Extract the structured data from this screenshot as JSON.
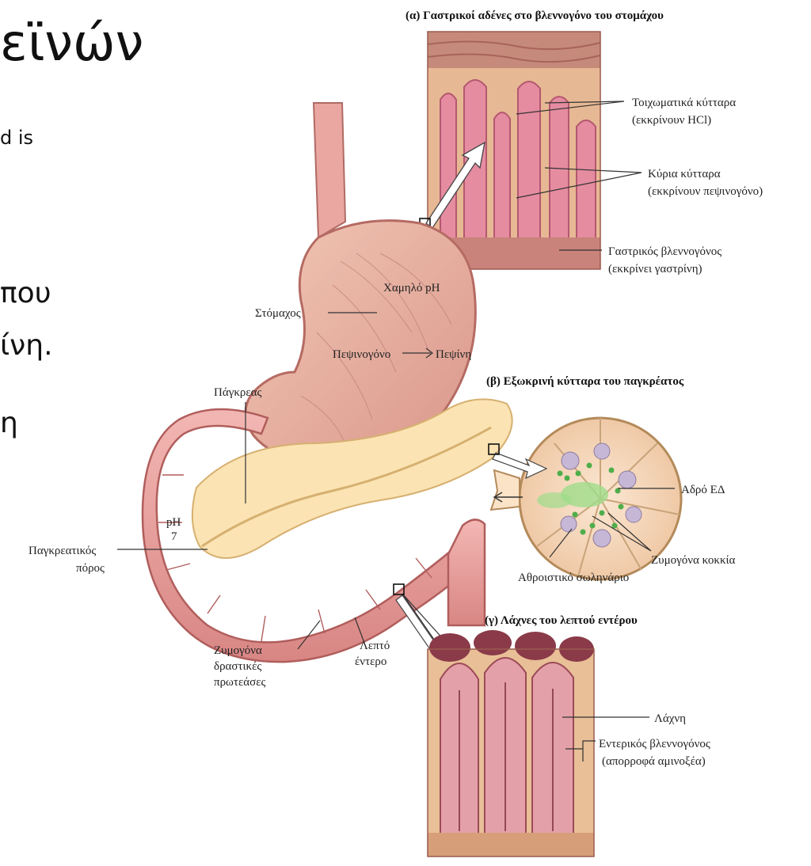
{
  "slide": {
    "title_fragment": "εϊνών",
    "line_1": "d is",
    "line_2": "που",
    "line_3": "ίνη.",
    "line_4": "η"
  },
  "panels": {
    "a_title": "(α) Γαστρικοί αδένες στο βλεννογόνο του στομάχου",
    "b_title": "(β)  Εξωκρινή κύτταρα του παγκρέατος",
    "c_title": "(γ)  Λάχνες του λεπτού εντέρου"
  },
  "labels": {
    "parietal_1": "Τοιχωματικά κύτταρα",
    "parietal_2": "(εκκρίνουν HCl)",
    "chief_1": "Κύρια κύτταρα",
    "chief_2": "(εκκρίνουν πεψινογόνο)",
    "mucosa_1": "Γαστρικός βλεννογόνος",
    "mucosa_2": "(εκκρίνει γαστρίνη)",
    "stomach": "Στόμαχος",
    "low_ph": "Χαμηλό pH",
    "pepsinogen": "Πεψινογόνο",
    "pepsin": "Πεψίνη",
    "pancreas": "Πάγκρεας",
    "ph_1": "pH",
    "ph_2": "7",
    "duct_1": "Παγκρεατικός",
    "duct_2": "πόρος",
    "er": "Αδρό ΕΔ",
    "zymogen_granules": "Ζυμογόνα κοκκία",
    "collecting_duct": "Αθροιστικό σωληνάριο",
    "proteases_1": "Ζυμογόνα",
    "proteases_2": "δραστικές",
    "proteases_3": "πρωτεάσες",
    "small_int_1": "Λεπτό",
    "small_int_2": "έντερο",
    "villus": "Λάχνη",
    "int_mucosa_1": "Εντερικός βλεννογόνος",
    "int_mucosa_2": "(απορροφά αμινοξέα)"
  }
}
